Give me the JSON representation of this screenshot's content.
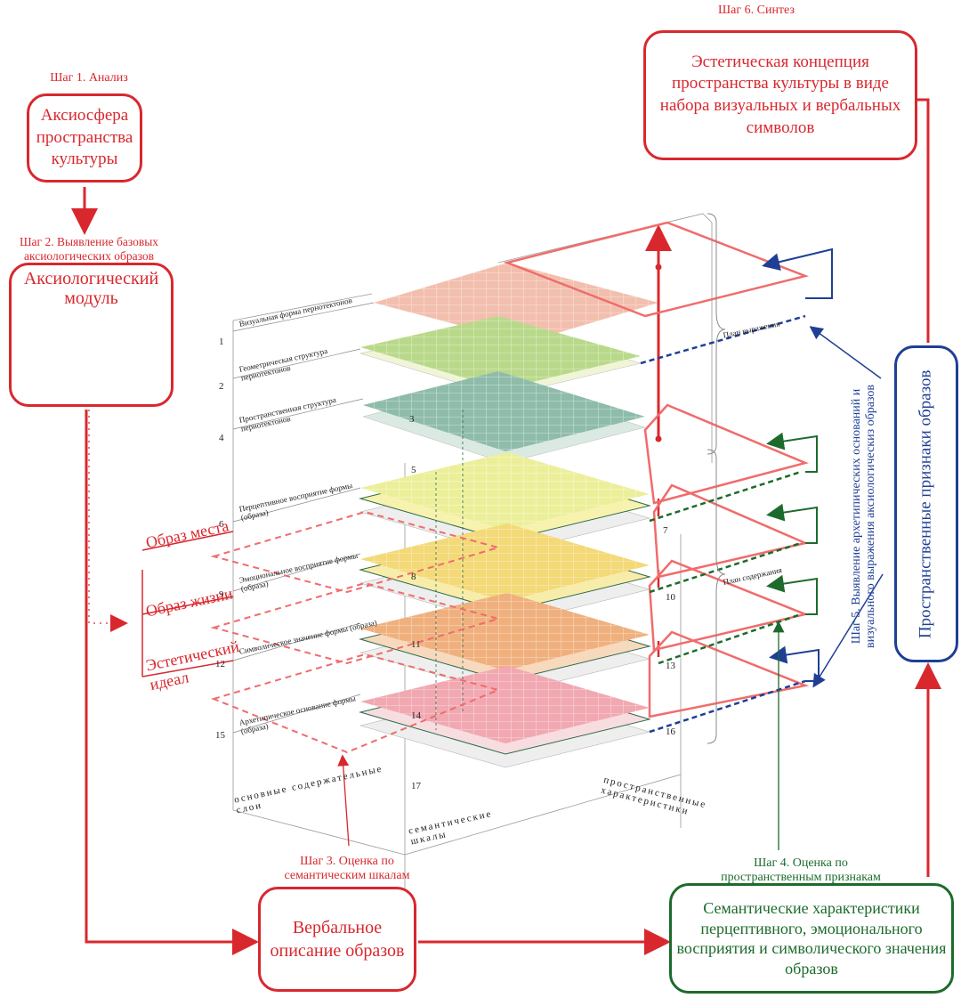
{
  "steps": {
    "step1": "Шаг 1. Анализ",
    "step2": "Шаг 2. Выявление базовых аксиологических образов",
    "step3": "Шаг 3. Оценка по семантическим шкалам",
    "step4": "Шаг 4. Оценка по пространственным признакам",
    "step5": "Шаг 5. Выявление архетипических оснований и визуального выражения аксиологическиз образов",
    "step6": "Шаг 6. Синтез"
  },
  "boxes": {
    "axiosphere": "Аксиосфера пространства культуры",
    "module": "Аксиологический модуль",
    "verbal": "Вербальное описание образов",
    "semantic": "Семантические характеристики перцептивного, эмоционального восприятия и символического значения образов",
    "spatial": "Пространственные признаки образов",
    "concept": "Эстетическая концепция пространства культуры в виде набора визуальных и вербальных символов"
  },
  "images": {
    "place": "Образ места",
    "life": "Образ жизни",
    "ideal": "Эстетический идеал"
  },
  "layers": [
    {
      "num": "1",
      "text": "Визуальная форма пернотектонов"
    },
    {
      "num": "2",
      "text": "Геометрическая структура пернотектонов"
    },
    {
      "num": "4",
      "text": "Пространственная структура пернотектонов"
    },
    {
      "num": "6",
      "text": "Перцептивное восприятие формы (образа)"
    },
    {
      "num": "9",
      "text": "Эмоциональное восприятие формы (образа)"
    },
    {
      "num": "12",
      "text": "Символическое значение формы (образа)"
    },
    {
      "num": "15",
      "text": "Архетипическое основание формы (образа)"
    }
  ],
  "plate_numbers": [
    "3",
    "5",
    "7",
    "8",
    "10",
    "11",
    "13",
    "14",
    "16",
    "17"
  ],
  "brackets": {
    "expression": "План выражения",
    "content": "План содержания"
  },
  "axes": {
    "main_layers": "основные содержательные слои",
    "semantic_scales": "семантические шкалы",
    "spatial_chars": "пространственные характеристики"
  },
  "colors": {
    "red": "#d8282e",
    "green": "#1d6b2c",
    "blue": "#1f3f94"
  }
}
